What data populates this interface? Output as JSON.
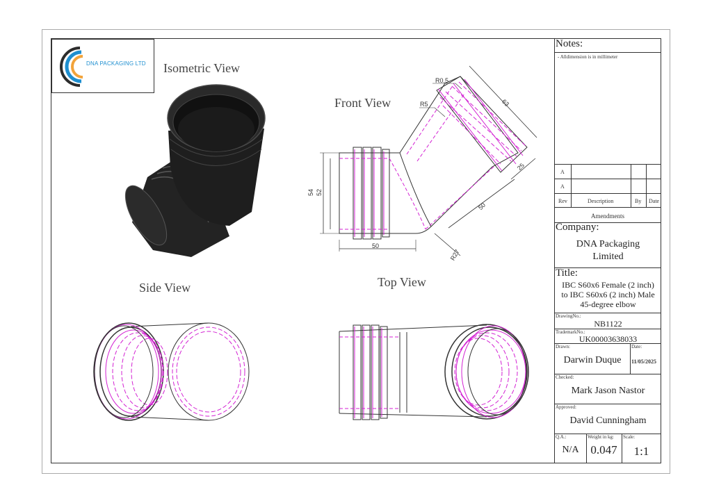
{
  "company_logo": {
    "text": "DNA PACKAGING LTD",
    "colors": [
      "#f2a33a",
      "#1f8fd0",
      "#2c2c2c"
    ]
  },
  "views": {
    "isometric": "Isometric View",
    "front": "Front View",
    "side": "Side View",
    "top": "Top View"
  },
  "dimensions": {
    "r05": "R0,5",
    "r5": "R5",
    "d63": "63",
    "d25": "25",
    "d50_diag": "50",
    "d54": "54",
    "d52": "52",
    "d50_h": "50",
    "r27": "R27"
  },
  "notes": {
    "heading": "Notes:",
    "line1": "-      Alldimension is in millimeter"
  },
  "amendments": {
    "row1_rev": "A",
    "row2_rev": "A",
    "col_rev": "Rev",
    "col_desc": "Description",
    "col_by": "By",
    "col_date": "Date",
    "title": "Amendments"
  },
  "company": {
    "heading": "Company:",
    "name_line1": "DNA Packaging",
    "name_line2": "Limited"
  },
  "title_block": {
    "heading": "Title:",
    "line1": "IBC S60x6 Female (2 inch)",
    "line2": "to IBC S60x6 (2 inch) Male",
    "line3": "45-degree elbow",
    "drawing_no_label": "DrawingNo.:",
    "drawing_no": "NB1122",
    "trademark_label": "TrademarkNo.:",
    "trademark": "UK00003638033",
    "drawn_label": "Drawn:",
    "drawn": "Darwin Duque",
    "date_label": "Date:",
    "date": "11/05/2025",
    "checked_label": "Checked:",
    "checked": "Mark Jason Nastor",
    "approved_label": "Approved:",
    "approved": "David Cunningham",
    "qa_label": "Q.A.:",
    "qa": "N/A",
    "weight_label": "Weight in kg:",
    "weight": "0.047",
    "scale_label": "Scale:",
    "scale": "1:1"
  }
}
